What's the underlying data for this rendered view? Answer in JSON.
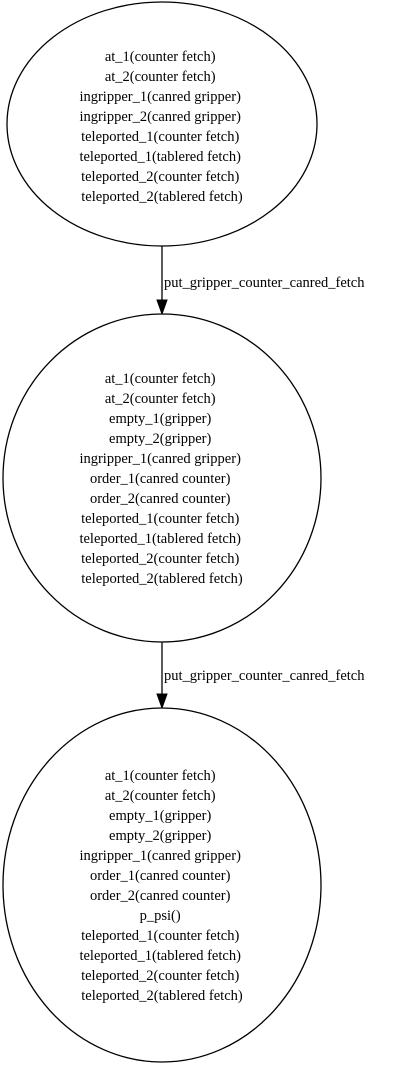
{
  "nodes": [
    {
      "id": "state-1",
      "lines": [
        "at_1(counter fetch)",
        "at_2(counter fetch)",
        "ingripper_1(canred gripper)",
        "ingripper_2(canred gripper)",
        "teleported_1(counter fetch)",
        "teleported_1(tablered fetch)",
        "teleported_2(counter fetch)",
        "teleported_2(tablered fetch)"
      ]
    },
    {
      "id": "state-2",
      "lines": [
        "at_1(counter fetch)",
        "at_2(counter fetch)",
        "empty_1(gripper)",
        "empty_2(gripper)",
        "ingripper_1(canred gripper)",
        "order_1(canred counter)",
        "order_2(canred counter)",
        "teleported_1(counter fetch)",
        "teleported_1(tablered fetch)",
        "teleported_2(counter fetch)",
        "teleported_2(tablered fetch)"
      ]
    },
    {
      "id": "state-3",
      "lines": [
        "at_1(counter fetch)",
        "at_2(counter fetch)",
        "empty_1(gripper)",
        "empty_2(gripper)",
        "ingripper_1(canred gripper)",
        "order_1(canred counter)",
        "order_2(canred counter)",
        "p_psi()",
        "teleported_1(counter fetch)",
        "teleported_1(tablered fetch)",
        "teleported_2(counter fetch)",
        "teleported_2(tablered fetch)"
      ]
    }
  ],
  "edges": [
    {
      "from": "state-1",
      "to": "state-2",
      "label": "put_gripper_counter_canred_fetch"
    },
    {
      "from": "state-2",
      "to": "state-3",
      "label": "put_gripper_counter_canred_fetch"
    }
  ]
}
